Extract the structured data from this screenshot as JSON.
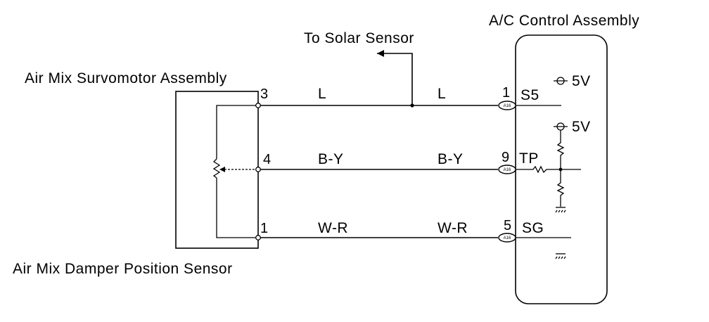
{
  "labels": {
    "ac_control": "A/C Control Assembly",
    "solar_sensor": "To Solar Sensor",
    "servomotor": "Air Mix Survomotor Assembly",
    "damper_sensor": "Air Mix Damper Position Sensor",
    "vcc_1": "5V",
    "vcc_2": "5V"
  },
  "wires": [
    {
      "sensor_pin": "3",
      "color_left": "L",
      "color_right": "L",
      "ecu_pin": "1",
      "ecu_terminal": "S5",
      "connector": "A16"
    },
    {
      "sensor_pin": "4",
      "color_left": "B-Y",
      "color_right": "B-Y",
      "ecu_pin": "9",
      "ecu_terminal": "TP",
      "connector": "A16"
    },
    {
      "sensor_pin": "1",
      "color_left": "W-R",
      "color_right": "W-R",
      "ecu_pin": "5",
      "ecu_terminal": "SG",
      "connector": "A16"
    }
  ]
}
